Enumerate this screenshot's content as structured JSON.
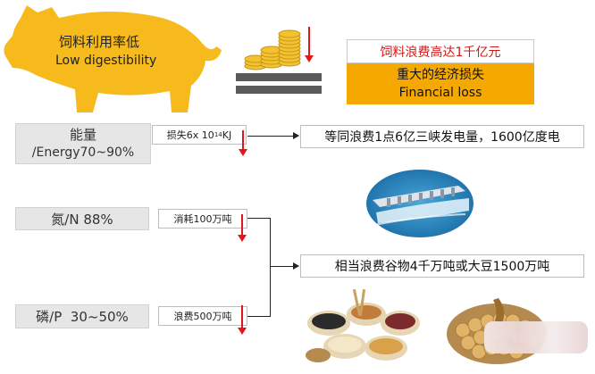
{
  "pig_label": {
    "zh": "饲料利用率低",
    "en": "Low digestibility"
  },
  "waste_title": "饲料浪费高达1千亿元",
  "loss": {
    "zh": "重大的经济损失",
    "en": "Financial loss"
  },
  "energy": {
    "zh": "能量",
    "en": "/Energy70~90%",
    "loss_prefix": "损失6x 10",
    "loss_exp": "14",
    "loss_unit": "KJ",
    "equivalent": "等同浪费1点6亿三峡发电量，1600亿度电"
  },
  "nitrogen": {
    "label": "氮/N 88%",
    "consumption": "消耗100万吨"
  },
  "phosphorus": {
    "label": "磷/P  30~50%",
    "waste": "浪费500万吨"
  },
  "grain_equivalent": "相当浪费谷物4千万吨或大豆1500万吨",
  "colors": {
    "pig": "#f6ba1c",
    "orange": "#f5a800",
    "red": "#e0181b",
    "coin": "#f2c230"
  },
  "icons": [
    "pig-icon",
    "coin-stack-icon",
    "bar-chart-icon",
    "dam-image",
    "grains-image",
    "soybeans-image"
  ]
}
